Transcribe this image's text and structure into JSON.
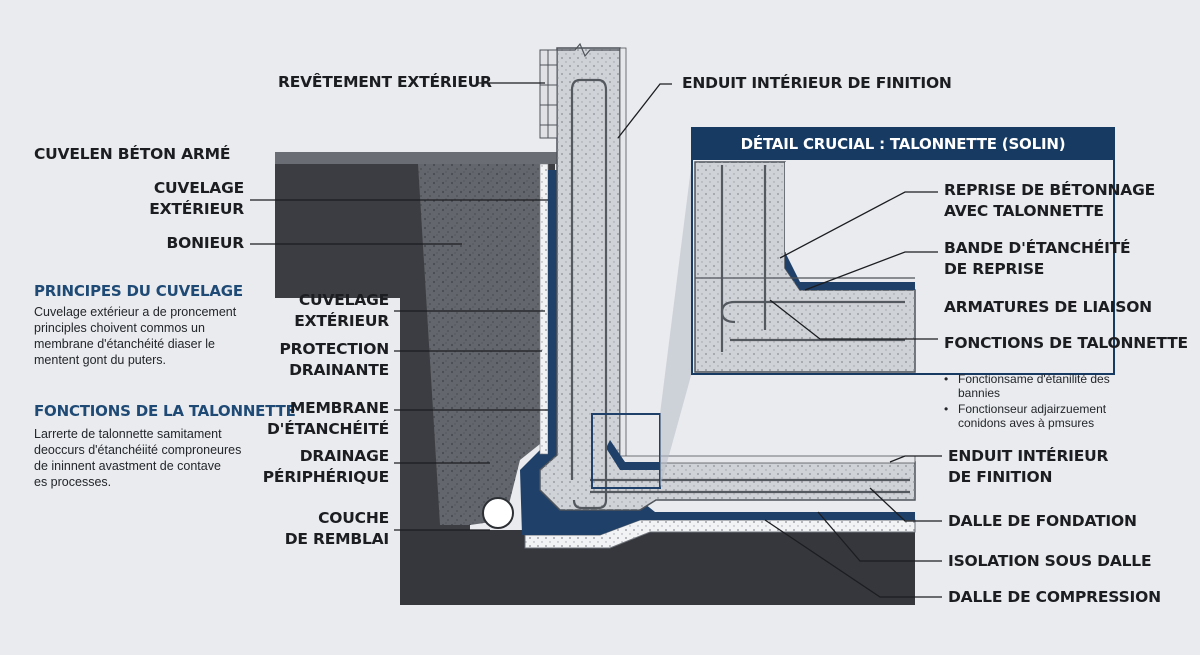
{
  "labels": {
    "revetement": "REVÊTEMENT EXTÉRIEUR",
    "enduit_top": "ENDUIT INTÉRIEUR DE FINITION",
    "cuvel_beton": "CUVELEN BÉTON  ARMÉ",
    "cuvelage_ext_1": [
      "CUVELAGE",
      "EXTÉRIEUR"
    ],
    "bonieur": "BONIEUR",
    "cuvelage_ext_2": [
      "CUVELAGE",
      "EXTÉRIEUR"
    ],
    "protection": [
      "PROTECTION",
      "DRAINANTE"
    ],
    "membrane": [
      "MEMBRANE",
      "D'ÉTANCHÉITÉ"
    ],
    "drainage": [
      "DRAINAGE",
      "PÉRIPHÉRIQUE"
    ],
    "couche": [
      "COUCHE",
      "DE REMBLAI"
    ],
    "reprise": [
      "REPRISE DE BÉTONNAGE",
      "AVEC TALONNETTE"
    ],
    "bande": [
      "BANDE D'ÉTANCHÉITÉ",
      "DE REPRISE"
    ],
    "armatures": "ARMATURES DE LIAISON",
    "fonctions_tal": "FONCTIONS DE TALONNETTE",
    "enduit_right": [
      "ENDUIT INTÉRIEUR",
      "DE FINITION"
    ],
    "dalle_fondation": "DALLE DE FONDATION",
    "isolation": "ISOLATION SOUS DALLE",
    "dalle_compression": "DALLE DE COMPRESSION"
  },
  "detail": {
    "title": "DÉTAIL CRUCIAL : TALONNETTE (SOLIN)",
    "bullets": [
      [
        "Fonctionsame d'étanilité des",
        "bannies"
      ],
      [
        "Fonctionseur adjairzuement",
        "conidons aves à pmsures"
      ]
    ]
  },
  "sections": {
    "principes_title": "PRINCIPES DU CUVELAGE",
    "principes_text": [
      "Cuvelage extérieur a de proncement",
      "principles choivent commos un",
      "membrane d'étanchéité diaser le",
      "mentent gont du puters."
    ],
    "fonctions_title": "FONCTIONS DE LA TALONNETTE",
    "fonctions_text": [
      "Larrerte de talonnette samitament",
      "deoccurs d'étanchéiité comproneures",
      "de ininnent avastment de contave",
      "es processes."
    ]
  },
  "colors": {
    "soil": "#3b3d42",
    "backfill": "#5f6268",
    "concrete": "#cfd2d6",
    "membrane": "#1f4068",
    "accent": "#173a63",
    "background": "#e9ebee"
  }
}
